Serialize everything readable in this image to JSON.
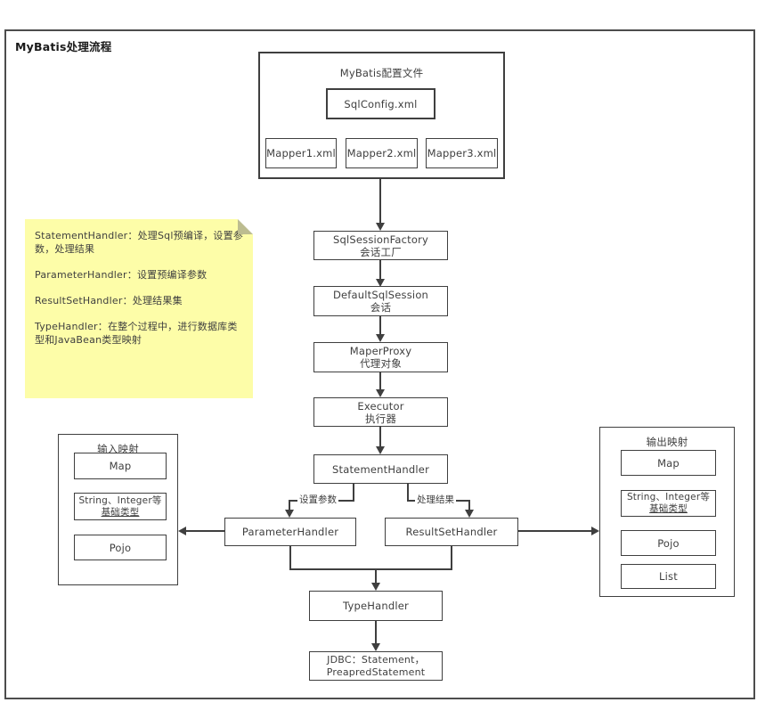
{
  "diagram": {
    "title": "MyBatis处理流程"
  },
  "config": {
    "title": "MyBatis配置文件",
    "sql_config": "SqlConfig.xml",
    "mappers": [
      "Mapper1.xml",
      "Mapper2.xml",
      "Mapper3.xml"
    ]
  },
  "note": {
    "p1": "StatementHandler：处理Sql预编译，设置参数，处理结果",
    "p2": "ParameterHandler：设置预编译参数",
    "p3": "ResultSetHandler：处理结果集",
    "p4": "TypeHandler：在整个过程中，进行数据库类型和JavaBean类型映射"
  },
  "flow": {
    "factory_en": "SqlSessionFactory",
    "factory_zh": "会话工厂",
    "session_en": "DefaultSqlSession",
    "session_zh": "会话",
    "proxy_en": "MaperProxy",
    "proxy_zh": "代理对象",
    "executor_en": "Executor",
    "executor_zh": "执行器",
    "statement_handler": "StatementHandler"
  },
  "branch": {
    "param_label": "设置参数",
    "result_label": "处理结果",
    "parameter_handler": "ParameterHandler",
    "result_set_handler": "ResultSetHandler"
  },
  "tail": {
    "type_handler": "TypeHandler",
    "jdbc_line1": "JDBC：Statement，",
    "jdbc_line2": "PreapredStatement"
  },
  "input_mapping": {
    "title": "输入映射",
    "map": "Map",
    "basic_line1": "String、Integer等",
    "basic_line2": "基础类型",
    "pojo": "Pojo"
  },
  "output_mapping": {
    "title": "输出映射",
    "map": "Map",
    "basic_line1": "String、Integer等",
    "basic_line2": "基础类型",
    "pojo": "Pojo",
    "list": "List"
  },
  "colors": {
    "note_bg": "#fdfda8",
    "line": "#3f3f3f",
    "frame": "#4d4d4d"
  }
}
